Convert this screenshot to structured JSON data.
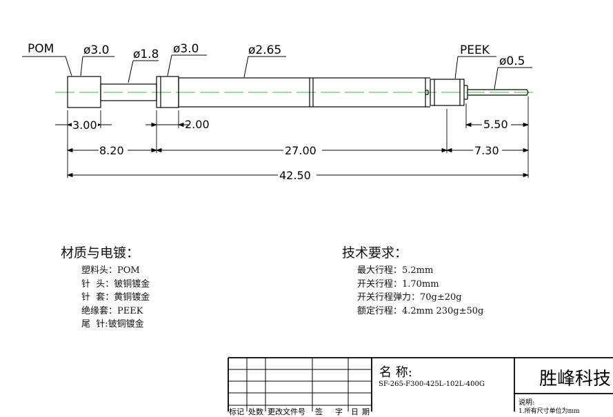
{
  "drawing": {
    "labels": {
      "pom": "POM",
      "peek": "PEEK",
      "dia_head": "ø3.0",
      "dia_neck": "ø1.8",
      "dia_collar": "ø3.0",
      "dia_barrel": "ø2.65",
      "dia_tip": "ø0.5"
    },
    "dimensions": {
      "head_length": "3.00",
      "collar_length": "2.00",
      "tip_length": "5.50",
      "left_section": "8.20",
      "barrel_length": "27.00",
      "right_section": "7.30",
      "overall_length": "42.50"
    }
  },
  "materials": {
    "heading": "材质与电镀：",
    "lines": [
      "塑料头：POM",
      "针  头：铍铜镀金",
      "针  套：黄铜镀金",
      "绝缘套：PEEK",
      "尾  针:铍铜镀金"
    ]
  },
  "requirements": {
    "heading": "技术要求：",
    "lines": [
      "最大行程：5.2mm",
      "开关行程：1.70mm",
      "开关行程弹力：70g±20g",
      "额定行程：4.2mm 230g±50g"
    ]
  },
  "title_block": {
    "name_label": "名  称:",
    "part_number": "SF-265-F300-425L-102L-400G",
    "company": "胜峰科技",
    "notes_label": "说明:",
    "notes_line": "1.所有尺寸单位为mm",
    "rev_headers": [
      "标记",
      "处数",
      "更改文件号",
      "签",
      "字",
      "日",
      "期"
    ]
  }
}
